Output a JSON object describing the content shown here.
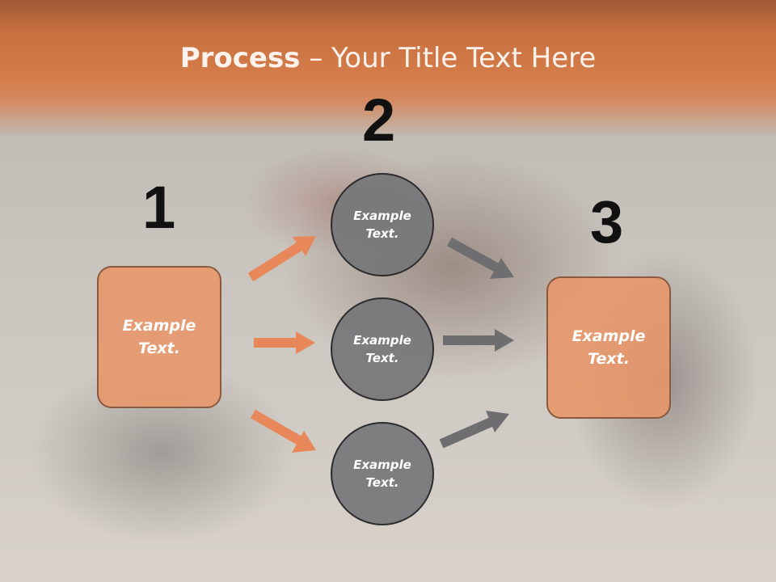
{
  "title": {
    "bold": "Process",
    "rest": " – Your Title Text Here"
  },
  "numbers": {
    "one": "1",
    "two": "2",
    "three": "3"
  },
  "box_left": {
    "line1": "Example",
    "line2": "Text."
  },
  "box_right": {
    "line1": "Example",
    "line2": "Text."
  },
  "circles": [
    {
      "line1": "Example",
      "line2": "Text."
    },
    {
      "line1": "Example",
      "line2": "Text."
    },
    {
      "line1": "Example",
      "line2": "Text."
    }
  ],
  "colors": {
    "orange_arrow": "#e8875a",
    "gray_arrow": "#6e6e70",
    "box_fill": "#e8966a",
    "circle_fill": "#767678"
  }
}
